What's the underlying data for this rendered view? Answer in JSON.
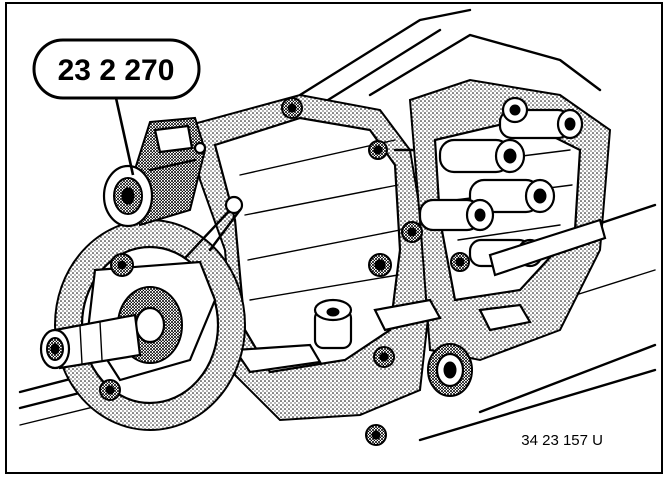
{
  "figure": {
    "callout_label": "23 2 270",
    "reference_code": "34 23 157 U"
  },
  "icons": {
    "tool": "special-tool-23-2-270",
    "assembly": "gearbox-housing-drawing"
  },
  "colors": {
    "ink": "#000000",
    "paper": "#ffffff"
  }
}
